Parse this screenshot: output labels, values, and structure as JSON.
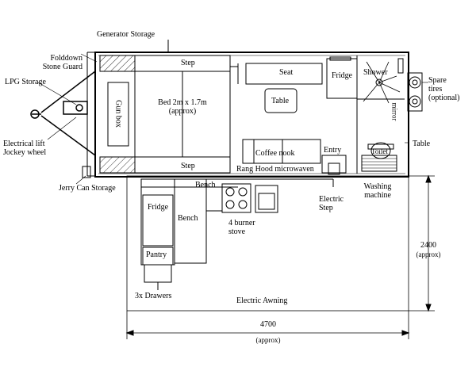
{
  "labels": {
    "generator_storage": "Generator Storage",
    "folddown_guard": "Folddown\nStone Guard",
    "lpg_storage": "LPG Storage",
    "jockey_wheel": "Electrical lift\nJockey wheel",
    "jerry_can": "Jerry Can Storage",
    "step_top": "Step",
    "step_bottom": "Step",
    "gun_box": "Gun box",
    "bed": "Bed 2m x 1.7m\n(approx)",
    "seat": "Seat",
    "table_inside": "Table",
    "fridge_inside": "Fridge",
    "shower": "Shower",
    "mirror": "mirror",
    "toilet": "Toilet",
    "table_outside": "Table",
    "spare_tires": "Spare\ntires\n(optional)",
    "coffee_nook": "Coffee nook",
    "range_hood": "Rang Hood microwaven",
    "entry": "Entry",
    "electric_step": "Electric\nStep",
    "washing_machine": "Washing\nmachine",
    "bench_top": "Bench",
    "bench_side": "Bench",
    "fridge_outside": "Fridge",
    "pantry": "Pantry",
    "stove": "4 burner\nstove",
    "drawers": "3x Drawers",
    "awning": "Electric Awning",
    "dim_length": "4700",
    "dim_length_note": "(approx)",
    "dim_width": "2400",
    "dim_width_note": "(approx)"
  }
}
